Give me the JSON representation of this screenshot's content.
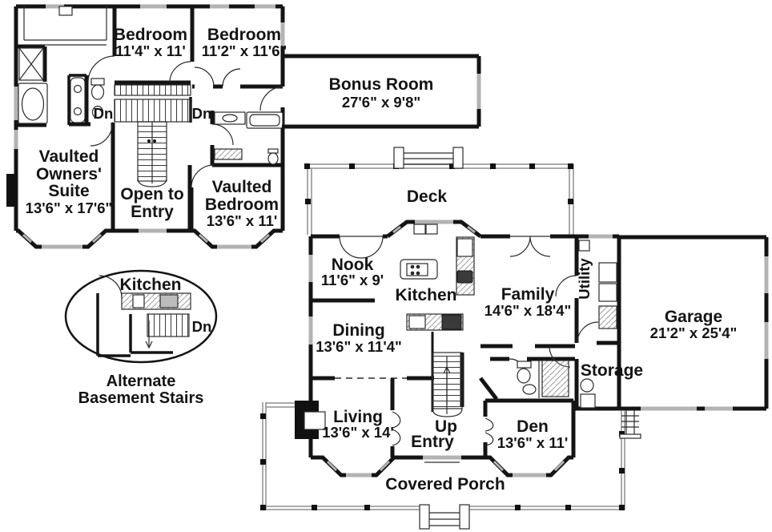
{
  "colors": {
    "wall": "#141414",
    "window_gray": "#b3b3b3",
    "rail_gray": "#8d8d8d",
    "text": "#141414",
    "background": "#ffffff"
  },
  "upper_floor": {
    "bedroom_1": {
      "name": "Bedroom",
      "dims": "11'4\" x 11'"
    },
    "bedroom_2": {
      "name": "Bedroom",
      "dims": "11'2\" x 11'6\""
    },
    "bonus_room": {
      "name": "Bonus Room",
      "dims": "27'6\" x 9'8\""
    },
    "owners_suite": {
      "line1": "Vaulted",
      "line2": "Owners'",
      "line3": "Suite",
      "dims": "13'6\" x 17'6\""
    },
    "open_to_entry": {
      "line1": "Open to",
      "line2": "Entry"
    },
    "vaulted_bedroom": {
      "line1": "Vaulted",
      "line2": "Bedroom",
      "dims": "13'6\" x 11'"
    },
    "stair_label_left": "Dn",
    "stair_label_right": "Dn"
  },
  "basement_inset": {
    "kitchen_label": "Kitchen",
    "stair_label": "Dn",
    "caption_line1": "Alternate",
    "caption_line2": "Basement Stairs"
  },
  "main_floor": {
    "deck": "Deck",
    "nook": {
      "name": "Nook",
      "dims": "11'6\" x 9'"
    },
    "kitchen": "Kitchen",
    "family": {
      "name": "Family",
      "dims": "14'6\" x 18'4\""
    },
    "utility": "Utility",
    "garage": {
      "name": "Garage",
      "dims": "21'2\" x 25'4\""
    },
    "dining": {
      "name": "Dining",
      "dims": "13'6\" x 11'4\""
    },
    "storage": "Storage",
    "living": {
      "name": "Living",
      "dims": "13'6\" x 14'"
    },
    "stair_label": "Up",
    "entry": "Entry",
    "den": {
      "name": "Den",
      "dims": "13'6\" x 11'"
    },
    "covered_porch": "Covered Porch"
  }
}
